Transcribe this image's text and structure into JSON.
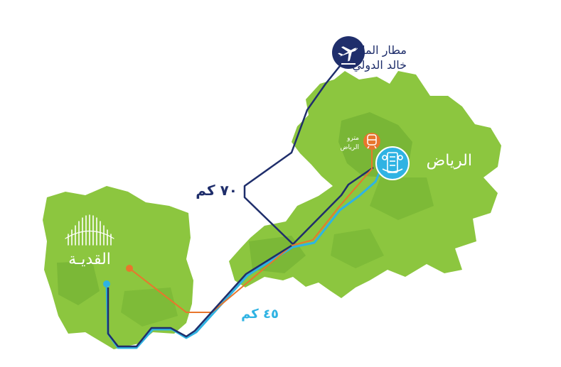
{
  "colors": {
    "background": "#ffffff",
    "land_light": "#8cc63f",
    "land_dark": "#6aaa2f",
    "airport_route": "#1f2e6b",
    "metro_route": "#e8762d",
    "road_route": "#2fb3e3",
    "riyadh_badge": "#2fb3e3",
    "airport_badge": "#1f2e6b",
    "metro_badge": "#e8762d"
  },
  "places": {
    "airport": {
      "name_line1": "مطار الملك",
      "name_line2": "خالد الدولي",
      "icon": "airplane-icon"
    },
    "riyadh": {
      "name": "الرياض",
      "icon": "riyadh-landmark-icon"
    },
    "metro": {
      "name_line1": "مترو",
      "name_line2": "الرياض",
      "icon": "train-icon"
    },
    "qiddiya": {
      "logo_text": "القديـة",
      "icon": "qiddiya-logo"
    }
  },
  "distances": {
    "airport": "٧٠ كم",
    "riyadh": "٤٥ كم"
  }
}
